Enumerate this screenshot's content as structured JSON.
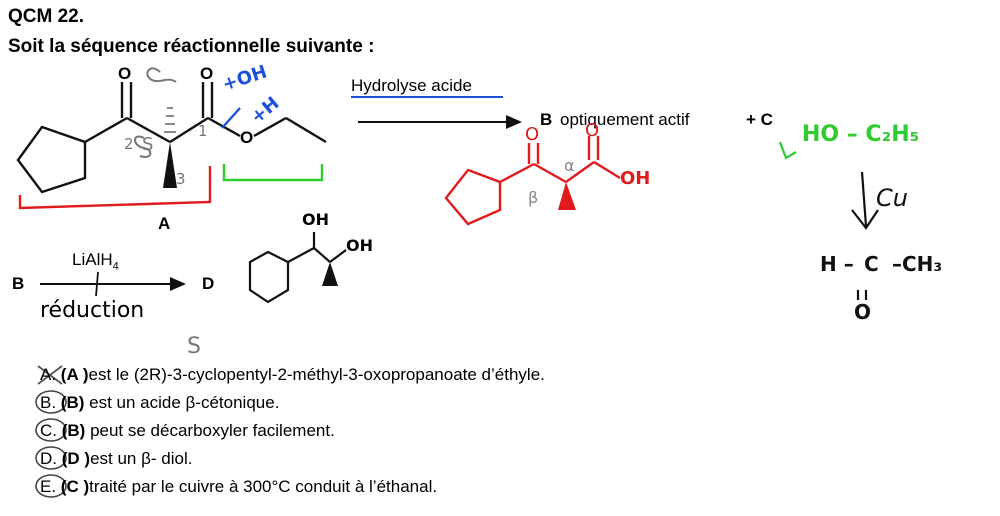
{
  "header": {
    "qcm": "QCM 22.",
    "intro": "Soit la séquence réactionnelle suivante :"
  },
  "scheme": {
    "compound_A": "A",
    "arrow1_label": "Hydrolyse acide",
    "product_B": "B",
    "product_B_rest": "optiquement actif",
    "plus_C": "+ C",
    "reagent2": "LiAlH",
    "reagent2_sub": "4",
    "start2": "B",
    "product_D": "D",
    "atom_O": "O"
  },
  "annotations": {
    "oh_blue": "+OH",
    "h_blue": "+H",
    "n1_grey": "1",
    "n2_grey": "2",
    "n3_grey": "3",
    "s_grey": "S",
    "s_option": "S",
    "reduction": "réduction",
    "alpha": "α",
    "beta": "β",
    "oh_red": "OH",
    "red_O_top": "O",
    "red_O_bottom": "O",
    "green_text": "HO – C₂H₅",
    "cu": "Cu",
    "acetaldehyde_H": "H –",
    "acetaldehyde_C": "C",
    "acetaldehyde_CH3": "–CH₃",
    "acetaldehyde_O": "O",
    "D_OH1": "OH",
    "D_OH2": "OH"
  },
  "options": [
    {
      "letter": "A.",
      "label": "(A )",
      "text": "est le (2R)-3-cyclopentyl-2-méthyl-3-oxopropanoate d’éthyle."
    },
    {
      "letter": "B.",
      "label": "(B)",
      "text": " est un acide β-cétonique."
    },
    {
      "letter": "C.",
      "label": "(B)",
      "text": " peut se décarboxyler facilement."
    },
    {
      "letter": "D.",
      "label": "(D )",
      "text": "est un β- diol."
    },
    {
      "letter": "E.",
      "label": "(C )",
      "text": "traité par le cuivre à 300°C conduit à l’éthanal."
    }
  ],
  "colors": {
    "blue": "#1d4fd8",
    "red": "#e11b1b",
    "green": "#2ecc2e",
    "grey": "#7a7a7a",
    "ink": "#111111"
  }
}
